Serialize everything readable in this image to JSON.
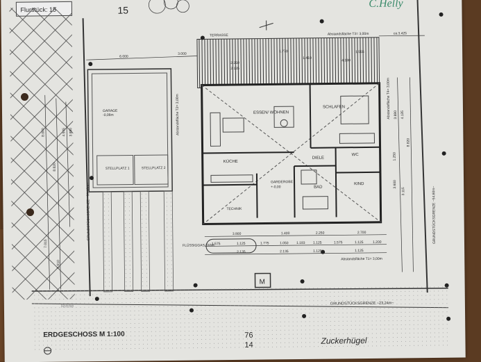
{
  "sheet": {
    "parcel_label": "Flurstück: 15",
    "parcel_number_top": "15",
    "signature": "C.Helly",
    "plan_title": "ERDGESCHOSS M 1:100",
    "parcel_fraction_top": "76",
    "parcel_fraction_bottom": "14",
    "street_name": "Zuckerhügel",
    "gutter_label": "Rinne"
  },
  "rooms": {
    "terrace": "TERRASSE",
    "living": "ESSEN/ WOHNEN",
    "bedroom": "SCHLAFEN",
    "kitchen": "KÜCHE",
    "hall": "DIELE",
    "wc": "WC",
    "wardrobe": "GARDEROBE",
    "wardrobe_level": "+-0,00",
    "bath": "BAD",
    "child": "KIND",
    "technik": "TECHNIK",
    "garage": "GARAGE",
    "garage_level": "-0,08m",
    "parking_1": "STELLPLATZ 1",
    "parking_2": "STELLPLATZ 2",
    "gas_tank": "FLÜSSIGGAS-TANK",
    "meter": "M"
  },
  "boundaries": {
    "bottom": "GRUNDSTÜCKSGRENZE ~23,24m~",
    "left": "GRUNDSTÜCKSGRENZE ~53,18m~",
    "right": "GRUNDSTÜCKSGRENZE ~54,60m~",
    "setback_bottom": "Abstandsfläche T1= 3,00m",
    "setback_top": "Abstandsfläche T3= 3,00m",
    "setback_right": "Abstandsfläche T4= 3,00m",
    "setback_garage": "Abstandsfläche T2= 3,00m"
  },
  "dimensions": {
    "top": [
      "6.000",
      "3.000",
      "ca.3.425",
      "2.250",
      "2.135",
      "1.555",
      "4.180",
      "1.410",
      "1.770"
    ],
    "bottom_row1": [
      "3.900",
      "1.400",
      "2.250",
      "2.700"
    ],
    "bottom_row2": [
      "1.575",
      "1.125",
      "1.775",
      "1.050",
      "1.183",
      "1.125",
      "1.575",
      "1.125",
      "1.200"
    ],
    "bottom_row3": [
      "2.135",
      "2.135",
      "1.125",
      "1.125"
    ],
    "left": [
      "8.000",
      "8.820",
      "4.545",
      "3.880",
      "7.015",
      "5.610"
    ],
    "right": [
      "3.880",
      "4.135",
      "8.820",
      "1.250",
      "3.600",
      "3.115"
    ]
  },
  "colors": {
    "paper": "#e4e4e0",
    "ink": "#2a2a2a",
    "wood": "#5b3b22",
    "signature": "#3a8a6a"
  }
}
